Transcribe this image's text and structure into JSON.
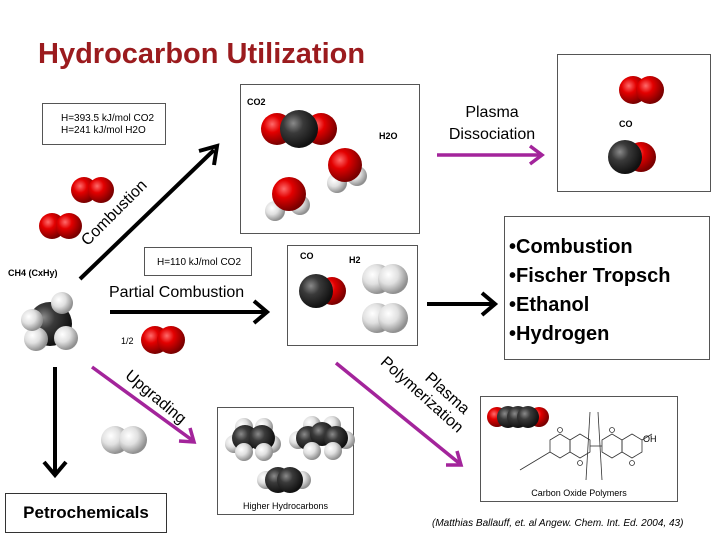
{
  "title": "Hydrocarbon Utilization",
  "enthalpy_combustion": [
    "H=393.5 kJ/mol CO2",
    "H=241 kJ/mol H2O"
  ],
  "enthalpy_partial": "H=110 kJ/mol CO2",
  "methane_label": "CH4 (CxHy)",
  "half_label": "1/2",
  "combustion_box": {
    "co2_label": "CO2",
    "h2o_label": "H2O"
  },
  "syngas_box": {
    "co_label": "CO",
    "h2_label": "H2"
  },
  "dissociation_box": {
    "co_label": "CO"
  },
  "arrows": {
    "combustion": "Combustion",
    "partial_combustion": "Partial Combustion",
    "plasma_dissociation": [
      "Plasma",
      "Dissociation"
    ],
    "plasma_polymerization": [
      "Plasma",
      "Polymerization"
    ],
    "upgrading": "Upgrading"
  },
  "uses": [
    "•Combustion",
    "•Fischer Tropsch",
    "•Ethanol",
    "•Hydrogen"
  ],
  "higher_hydrocarbons_label": "Higher Hydrocarbons",
  "polymer_label": "Carbon Oxide Polymers",
  "polymer_oh_label": "OH",
  "petrochemicals_label": "Petrochemicals",
  "citation": "(Matthias Ballauff, et. al Angew. Chem. Int. Ed. 2004, 43)",
  "colors": {
    "title": "#9b1b1e",
    "magenta_arrow": "#a3249b",
    "oxygen": "#d40000",
    "carbon": "#333333",
    "hydrogen": "#e6e6e6"
  }
}
